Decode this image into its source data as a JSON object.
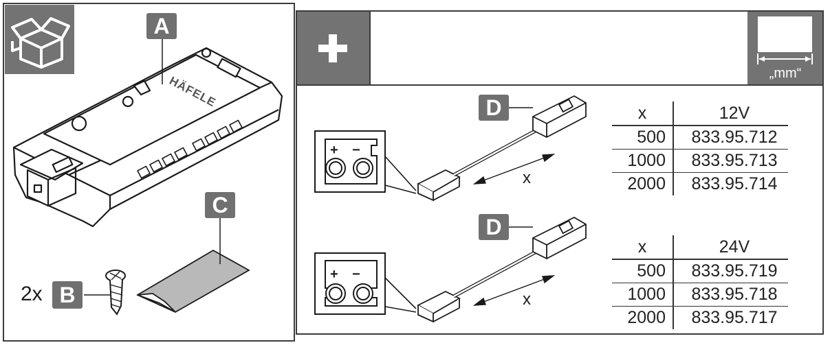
{
  "left_panel": {
    "badge_a": "A",
    "badge_b": "B",
    "badge_c": "C",
    "quantity_b": "2x",
    "brand_text": "HÄFELE"
  },
  "right_panel": {
    "unit_label": "„mm“",
    "badge_d_top": "D",
    "badge_d_bottom": "D",
    "dimension_label_top": "x",
    "dimension_label_bottom": "x",
    "polarity_plus": "+",
    "polarity_minus": "−",
    "table_12v": {
      "col_x": "x",
      "col_voltage": "12V",
      "rows": [
        {
          "x": "500",
          "code": "833.95.712"
        },
        {
          "x": "1000",
          "code": "833.95.713"
        },
        {
          "x": "2000",
          "code": "833.95.714"
        }
      ]
    },
    "table_24v": {
      "col_x": "x",
      "col_voltage": "24V",
      "rows": [
        {
          "x": "500",
          "code": "833.95.719"
        },
        {
          "x": "1000",
          "code": "833.95.718"
        },
        {
          "x": "2000",
          "code": "833.95.717"
        }
      ]
    }
  }
}
